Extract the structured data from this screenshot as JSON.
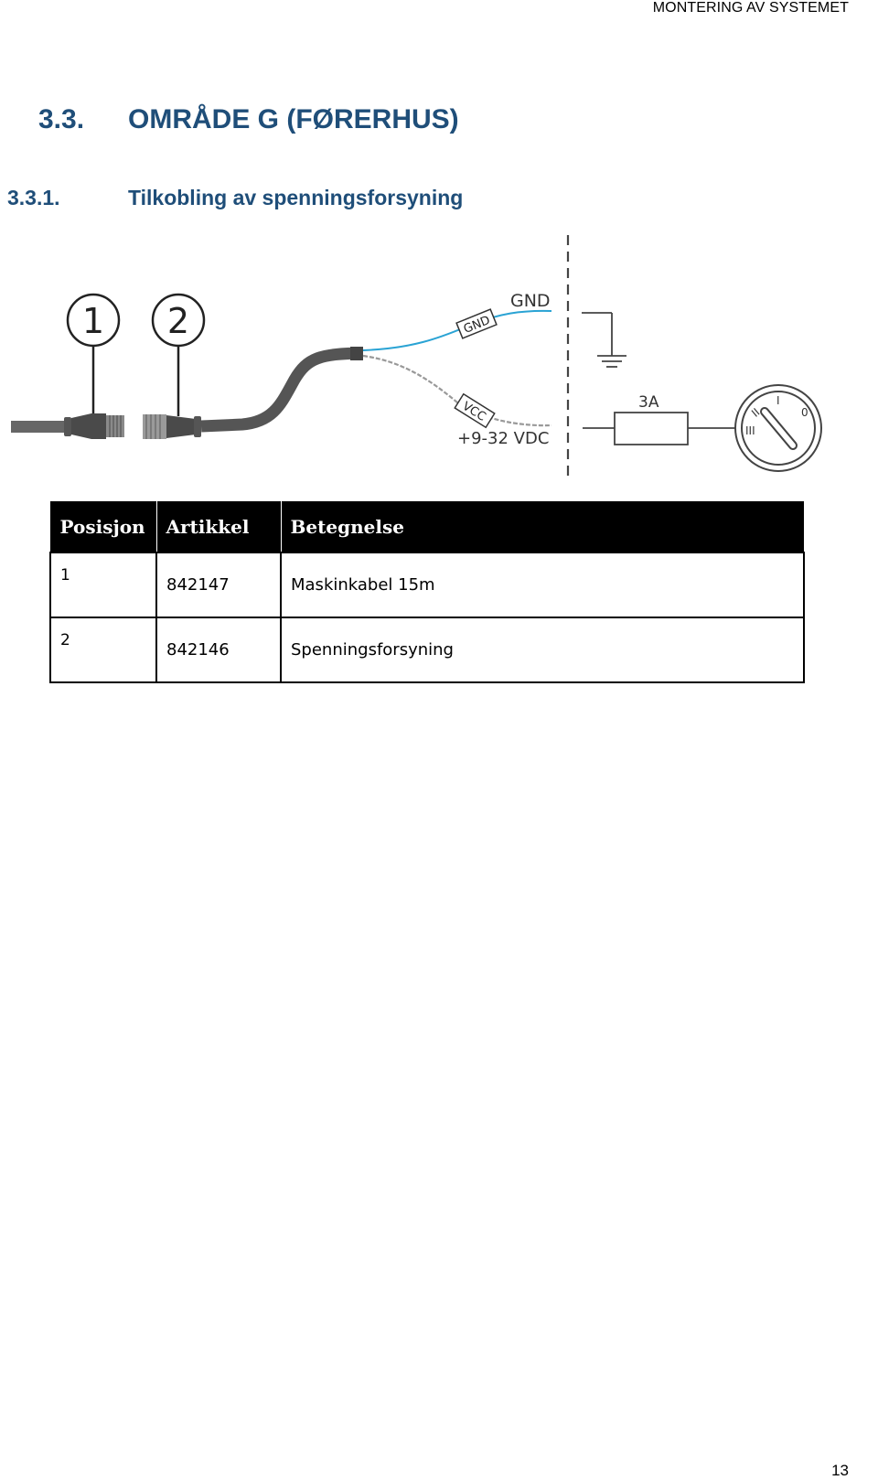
{
  "header": {
    "running_title": "MONTERING AV SYSTEMET"
  },
  "section": {
    "number": "3.3.",
    "title": "OMRÅDE G (FØRERHUS)"
  },
  "subsection": {
    "number": "3.3.1.",
    "title": "Tilkobling av spenningsforsyning"
  },
  "diagram": {
    "callout_1": "1",
    "callout_2": "2",
    "gnd_label": "GND",
    "gnd_tag": "GND",
    "vcc_tag": "VCC",
    "voltage_label": "+9-32 VDC",
    "fuse_label": "3A",
    "switch_positions": [
      "0",
      "I",
      "II",
      "III"
    ]
  },
  "table": {
    "headers": [
      "Posisjon",
      "Artikkel",
      "Betegnelse"
    ],
    "rows": [
      {
        "position": "1",
        "article": "842147",
        "description": "Maskinkabel 15m"
      },
      {
        "position": "2",
        "article": "842146",
        "description": "Spenningsforsyning"
      }
    ]
  },
  "footer": {
    "page_number": "13"
  }
}
